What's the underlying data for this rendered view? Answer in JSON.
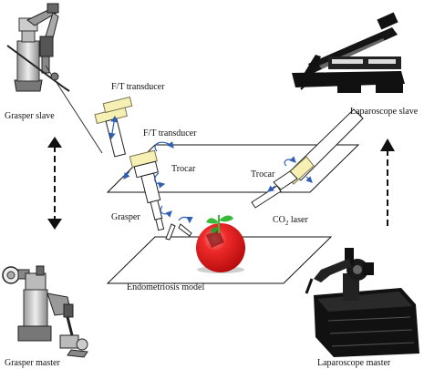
{
  "labels": {
    "grasper_slave": "Grasper slave",
    "laparoscope_slave": "Laparoscope slave",
    "ft_transducer_top": "F/T transducer",
    "ft_transducer_mid": "F/T transducer",
    "trocar_left": "Trocar",
    "trocar_right": "Trocar",
    "grasper": "Grasper",
    "co2_laser_main": "CO",
    "co2_laser_sub": "2",
    "co2_laser_tail": "laser",
    "endometriosis_model": "Endometriosis model",
    "grasper_master": "Grasper master",
    "laparoscope_master": "Laparoscope master"
  },
  "colors": {
    "transducer_fill": "#f6f0b4",
    "transducer_stroke": "#7a7450",
    "tissue_red": "#e01818",
    "plant_green": "#3ab83a",
    "rotation_arrow": "#2f5fb5"
  },
  "icons": {
    "grasper_slave": "robot-arm-icon",
    "laparoscope_slave": "robot-arm-icon",
    "grasper_master": "haptic-device-icon",
    "laparoscope_master": "haptic-device-icon"
  }
}
